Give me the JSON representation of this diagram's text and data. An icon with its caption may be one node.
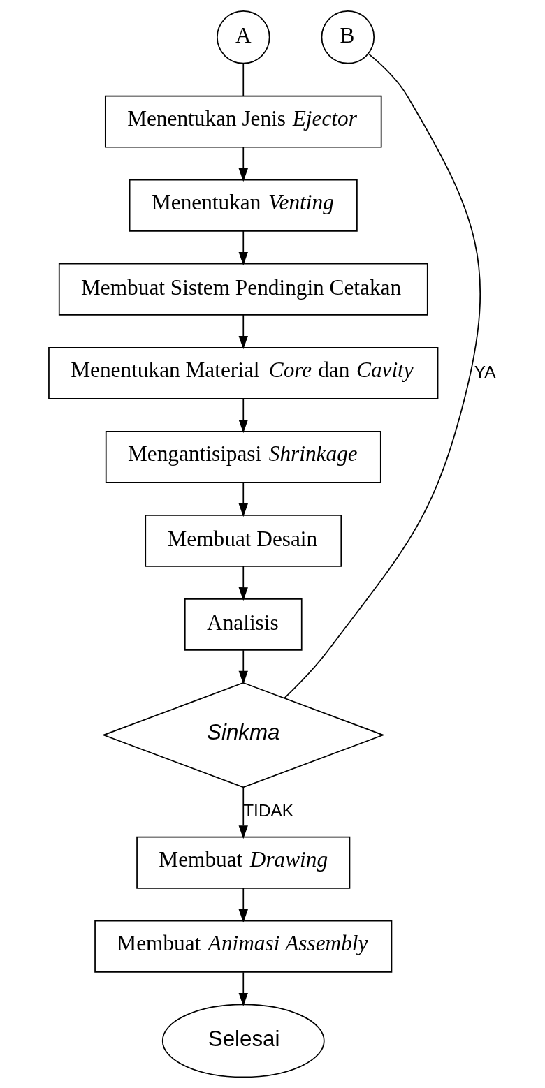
{
  "diagram": {
    "nodes": [
      {
        "text": [
          "A"
        ]
      },
      {
        "text": [
          "B"
        ]
      },
      {
        "text": [
          "Menentukan Jenis *Ejector*"
        ]
      },
      {
        "text": [
          "Menentukan *Venting*"
        ]
      },
      {
        "text": [
          "Membuat Sistem Pendingin Cetakan"
        ]
      },
      {
        "text": [
          "Menentukan Material *Core* dan *Cavity*"
        ]
      },
      {
        "text": [
          "Mengantisipasi *Shrinkage*"
        ]
      },
      {
        "text": [
          "Membuat Desain"
        ]
      },
      {
        "text": [
          "Analisis"
        ]
      },
      {
        "text": [
          "Sinkma"
        ]
      },
      {
        "text": [
          "Membuat *Drawing*"
        ]
      },
      {
        "text": [
          "Membuat *Animasi Assembly*"
        ]
      },
      {
        "text": [
          "Selesai"
        ]
      }
    ],
    "edges": [
      {
        "from": 0,
        "to": 2,
        "arrow": "none"
      },
      {
        "from": 2,
        "to": 3,
        "arrow": "to"
      },
      {
        "from": 3,
        "to": 4,
        "arrow": "to"
      },
      {
        "from": 4,
        "to": 5,
        "arrow": "to"
      },
      {
        "from": 5,
        "to": 6,
        "arrow": "to"
      },
      {
        "from": 6,
        "to": 7,
        "arrow": "to"
      },
      {
        "from": 7,
        "to": 8,
        "arrow": "to"
      },
      {
        "from": 8,
        "to": 9,
        "arrow": "to"
      },
      {
        "from": 9,
        "to": 1,
        "arrow": "none",
        "label": "YA"
      },
      {
        "from": 9,
        "to": 10,
        "arrow": "to",
        "label": "TIDAK"
      },
      {
        "from": 10,
        "to": 11,
        "arrow": "to"
      },
      {
        "from": 11,
        "to": 12,
        "arrow": "to"
      }
    ]
  }
}
